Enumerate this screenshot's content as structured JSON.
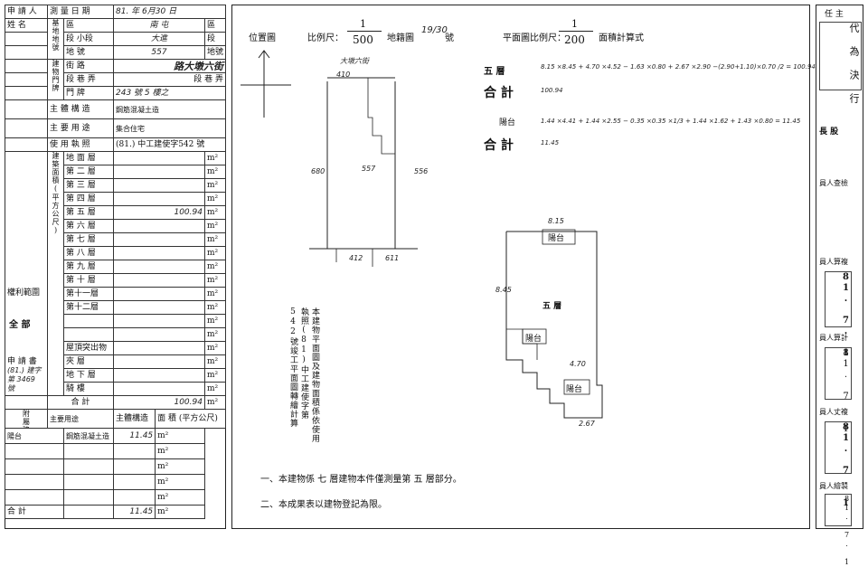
{
  "left": {
    "applicant_label": "申 請 人",
    "name_label": "姓 名",
    "survey_date_label": "測 量 日 期",
    "survey_date_value": "81. 年  6月30  日",
    "base_label": "基地地號",
    "district_label": "區",
    "district_value": "南 屯",
    "section_label": "段 小段",
    "section_value": "大進",
    "section_suffix": "段",
    "lot_label": "地 號",
    "lot_value": "557",
    "lot_suffix": "地號",
    "door_label": "建物門牌",
    "street_label": "街 路",
    "street_value": "路大墩六街",
    "lane_label": "段 巷 弄",
    "lane_value": "段 巷 弄",
    "number_label": "門 牌",
    "number_value": "243 號 5 樓之",
    "structure_label": "主 體 構 造",
    "structure_value": "鋼筋混凝土造",
    "use_label": "主 要 用 途",
    "use_value": "集合住宅",
    "permit_label": "使 用 執 照",
    "permit_value": "(81.) 中工建使字542 號",
    "area_group_label": "建築面積(平方公尺)",
    "floors": [
      {
        "name": "地 面 層",
        "value": "",
        "unit": "m²"
      },
      {
        "name": "第 二 層",
        "value": "",
        "unit": "m²"
      },
      {
        "name": "第 三 層",
        "value": "",
        "unit": "m²"
      },
      {
        "name": "第 四 層",
        "value": "",
        "unit": "m²"
      },
      {
        "name": "第 五 層",
        "value": "100.94",
        "unit": "m²"
      },
      {
        "name": "第 六 層",
        "value": "",
        "unit": "m²"
      },
      {
        "name": "第 七 層",
        "value": "",
        "unit": "m²"
      },
      {
        "name": "第 八 層",
        "value": "",
        "unit": "m²"
      },
      {
        "name": "第 九 層",
        "value": "",
        "unit": "m²"
      },
      {
        "name": "第 十 層",
        "value": "",
        "unit": "m²"
      },
      {
        "name": "第十一層",
        "value": "",
        "unit": "m²"
      },
      {
        "name": "第十二層",
        "value": "",
        "unit": "m²"
      },
      {
        "name": "",
        "value": "",
        "unit": "m²"
      },
      {
        "name": "",
        "value": "",
        "unit": "m²"
      },
      {
        "name": "屋頂突出物",
        "value": "",
        "unit": "m²"
      },
      {
        "name": "夾 層",
        "value": "",
        "unit": "m²"
      },
      {
        "name": "地 下 層",
        "value": "",
        "unit": "m²"
      },
      {
        "name": "騎 樓",
        "value": "",
        "unit": "m²"
      }
    ],
    "total_label": "合 計",
    "total_value": "100.94",
    "rights_label": "權利範圍",
    "rights_value": "全 部",
    "application_label": "申 請 書",
    "application_value": "(81.) 建字第 3469 號",
    "annex_label": "附屬建物",
    "annex_use_label": "主要用途",
    "annex_structure_label": "主體構造",
    "annex_area_label": "面 積 (平方公尺)",
    "annex_rows": [
      {
        "use": "陽台",
        "structure": "鋼筋混凝土造",
        "value": "11.45",
        "unit": "m²"
      },
      {
        "use": "",
        "structure": "",
        "value": "",
        "unit": "m²"
      },
      {
        "use": "",
        "structure": "",
        "value": "",
        "unit": "m²"
      },
      {
        "use": "",
        "structure": "",
        "value": "",
        "unit": "m²"
      },
      {
        "use": "",
        "structure": "",
        "value": "",
        "unit": "m²"
      }
    ],
    "annex_total_label": "合 計",
    "annex_total_value": "11.45",
    "unit": "m²"
  },
  "center": {
    "location_label": "位置圖",
    "scale_label": "比例尺：",
    "scale_num": "1",
    "scale_den": "500",
    "cadastral_label": "地籍圖",
    "cadastral_no": "19/30",
    "cadastral_suffix": "號",
    "plan_scale_label": "平面圖比例尺：",
    "plan_scale_num": "1",
    "plan_scale_den": "200",
    "area_calc_label": "面積計算式",
    "street_note": "大墩六街",
    "lot_mark": "557",
    "dim_top": "410",
    "dim_left": "680",
    "dim_right": "556",
    "dim_b1": "412",
    "dim_b2": "611",
    "floor_label": "五 層",
    "floor_formula": "8.15 ×8.45 + 4.70 ×4.52 − 1.63 ×0.80 + 2.67 ×2.90 −(2.90+1.10)×0.70 /2 = 100.94",
    "total_label": "合 計",
    "floor_total": "100.94",
    "balcony_label": "陽台",
    "balcony_formula": "1.44 ×4.41 + 1.44 ×2.55 − 0.35 ×0.35 ×1/3 + 1.44 ×1.62 + 1.43 ×0.80 = 11.45",
    "balcony_total": "11.45",
    "plan_floor_label": "五 層",
    "plan_balcony_1": "陽台",
    "plan_balcony_2": "陽台",
    "plan_balcony_3": "陽台",
    "plan_dim_top": "8.15",
    "plan_dim_left": "8.45",
    "plan_dim_mid": "4.70",
    "plan_dim_bottom": "2.67",
    "vertical_note": "本建物平面圖及建物面積係依使用執照(81)中工建使字第542號竣工平面圖轉繪計算",
    "note1": "一、本建物係 七 層建物本件僅測量第 五 層部分。",
    "note2": "二、本成果表以建物登記為限。"
  },
  "right": {
    "header": "任 主",
    "stamp1": "代 為 決 行",
    "chief_label": "長 股",
    "checker_label": "員人查檢",
    "calc_label": "員人算複",
    "date_stamp1": "81. 7. 1",
    "calc2_label": "員人算計",
    "date_stamp2": "81. 7. 1",
    "survey_label": "員人丈複",
    "date_stamp3": "81. 7. 1",
    "draw_label": "員人繪製",
    "date_stamp4": "81. 7. 1"
  }
}
